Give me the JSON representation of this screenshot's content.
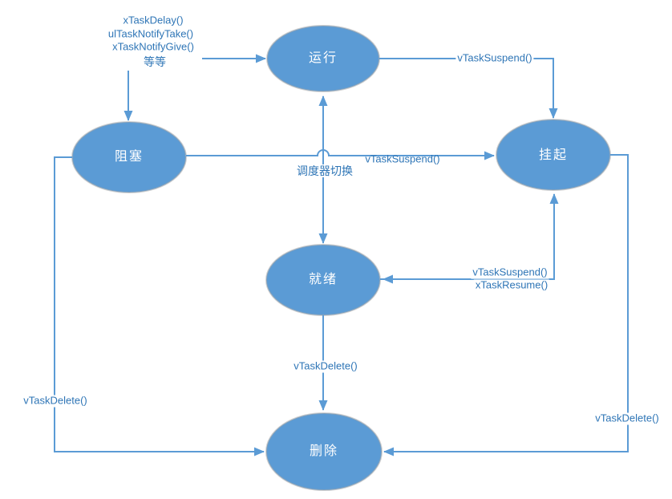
{
  "colors": {
    "shape_fill": "#5B9BD5",
    "shape_border": "#A6A6A6",
    "connector_line": "#5B9BD5",
    "label_text": "#2E75B6",
    "state_text": "#FFFFFF"
  },
  "states": {
    "running": "运行",
    "blocked": "阻塞",
    "suspended": "挂起",
    "ready": "就绪",
    "deleted": "删除"
  },
  "labels": {
    "api_block": [
      "xTaskDelay()",
      "ulTaskNotifyTake()",
      "xTaskNotifyGive()",
      "等等"
    ],
    "suspend_top": "vTaskSuspend()",
    "suspend_mid": "vTaskSuspend()",
    "scheduler_switch": "调度器切换",
    "suspend_right": "vTaskSuspend()",
    "resume_right": "xTaskResume()",
    "delete_center": "vTaskDelete()",
    "delete_left": "vTaskDelete()",
    "delete_right": "vTaskDelete()"
  }
}
